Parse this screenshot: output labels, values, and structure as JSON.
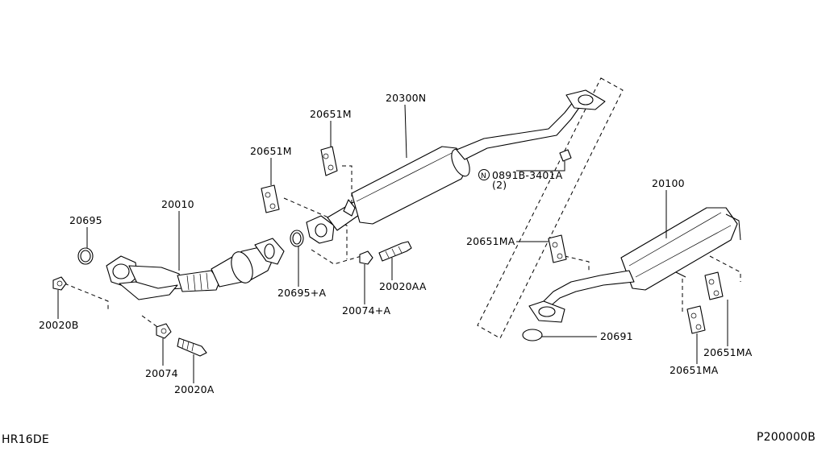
{
  "engine_code": "HR16DE",
  "figure_code": "P200000B",
  "labels": {
    "p20695": "20695",
    "p20010": "20010",
    "p20651M_a": "20651M",
    "p20651M_b": "20651M",
    "p20300N": "20300N",
    "p20020B": "20020B",
    "p20074": "20074",
    "p20020A": "20020A",
    "p20695A": "20695+A",
    "p20074A": "20074+A",
    "p20020AA": "20020AA",
    "p08918": "0891B-3401A",
    "p08918_qty": "(2)",
    "p08918_prefix": "N",
    "p20100": "20100",
    "p20651MA_a": "20651MA",
    "p20651MA_b": "20651MA",
    "p20651MA_c": "20651MA",
    "p20691": "20691"
  }
}
